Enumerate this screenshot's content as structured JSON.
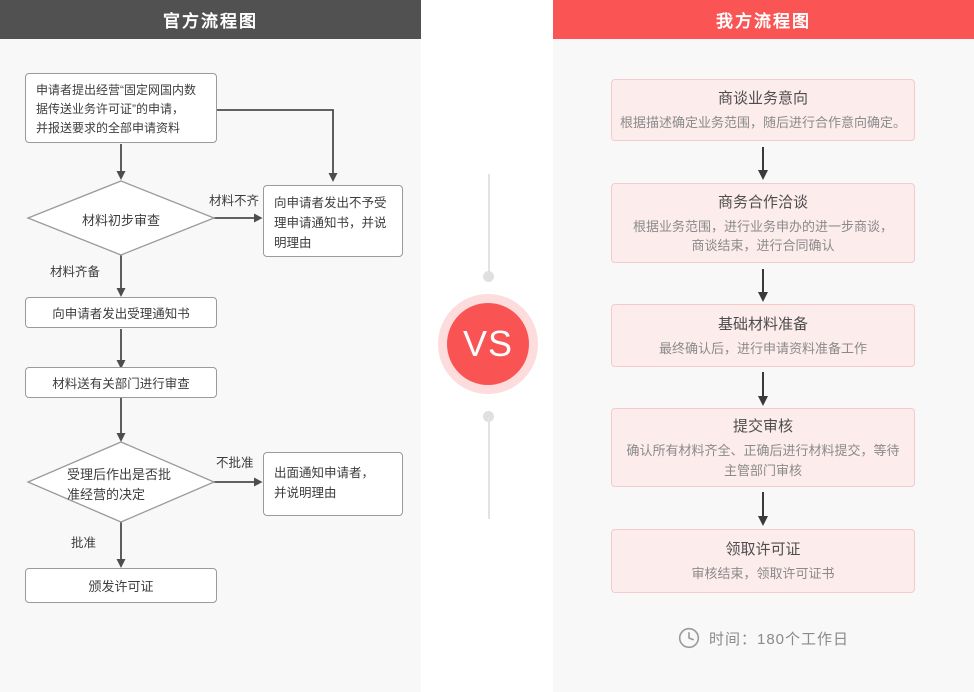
{
  "left": {
    "title": "官方流程图",
    "nodes": {
      "apply": "申请者提出经营“固定网国内数\n据传送业务许可证”的申请，\n并报送要求的全部申请资料",
      "initial_review": "材料初步审查",
      "reject_notice": "向申请者发出不予受\n理申请通知书，并说\n明理由",
      "accept_notice": "向申请者发出受理通知书",
      "dept_review": "材料送有关部门进行审查",
      "decision": "受理后作出是否批\n准经营的决定",
      "notify_reject": "出面通知申请者，\n并说明理由",
      "issue_license": "颁发许可证"
    },
    "edge_labels": {
      "incomplete": "材料不齐",
      "complete": "材料齐备",
      "not_approved": "不批准",
      "approved": "批准"
    }
  },
  "divider": {
    "vs_label": "VS"
  },
  "right": {
    "title": "我方流程图",
    "steps": [
      {
        "title": "商谈业务意向",
        "desc": "根据描述确定业务范围，随后进行合作意向确定。"
      },
      {
        "title": "商务合作洽谈",
        "desc": "根据业务范围，进行业务申办的进一步商谈，\n商谈结束，进行合同确认"
      },
      {
        "title": "基础材料准备",
        "desc": "最终确认后，进行申请资料准备工作"
      },
      {
        "title": "提交审核",
        "desc": "确认所有材料齐全、正确后进行材料提交，等待\n主管部门审核"
      },
      {
        "title": "领取许可证",
        "desc": "审核结束，领取许可证书"
      }
    ],
    "footer": {
      "time_text": "时间：180个工作日"
    }
  },
  "colors": {
    "official_header_bg": "#515151",
    "ours_header_bg": "#fb5454",
    "step_box_bg": "#fdecec",
    "step_box_border": "#f6caca",
    "vs_circle": "#f95353",
    "vs_ring": "#fcdcdc"
  }
}
